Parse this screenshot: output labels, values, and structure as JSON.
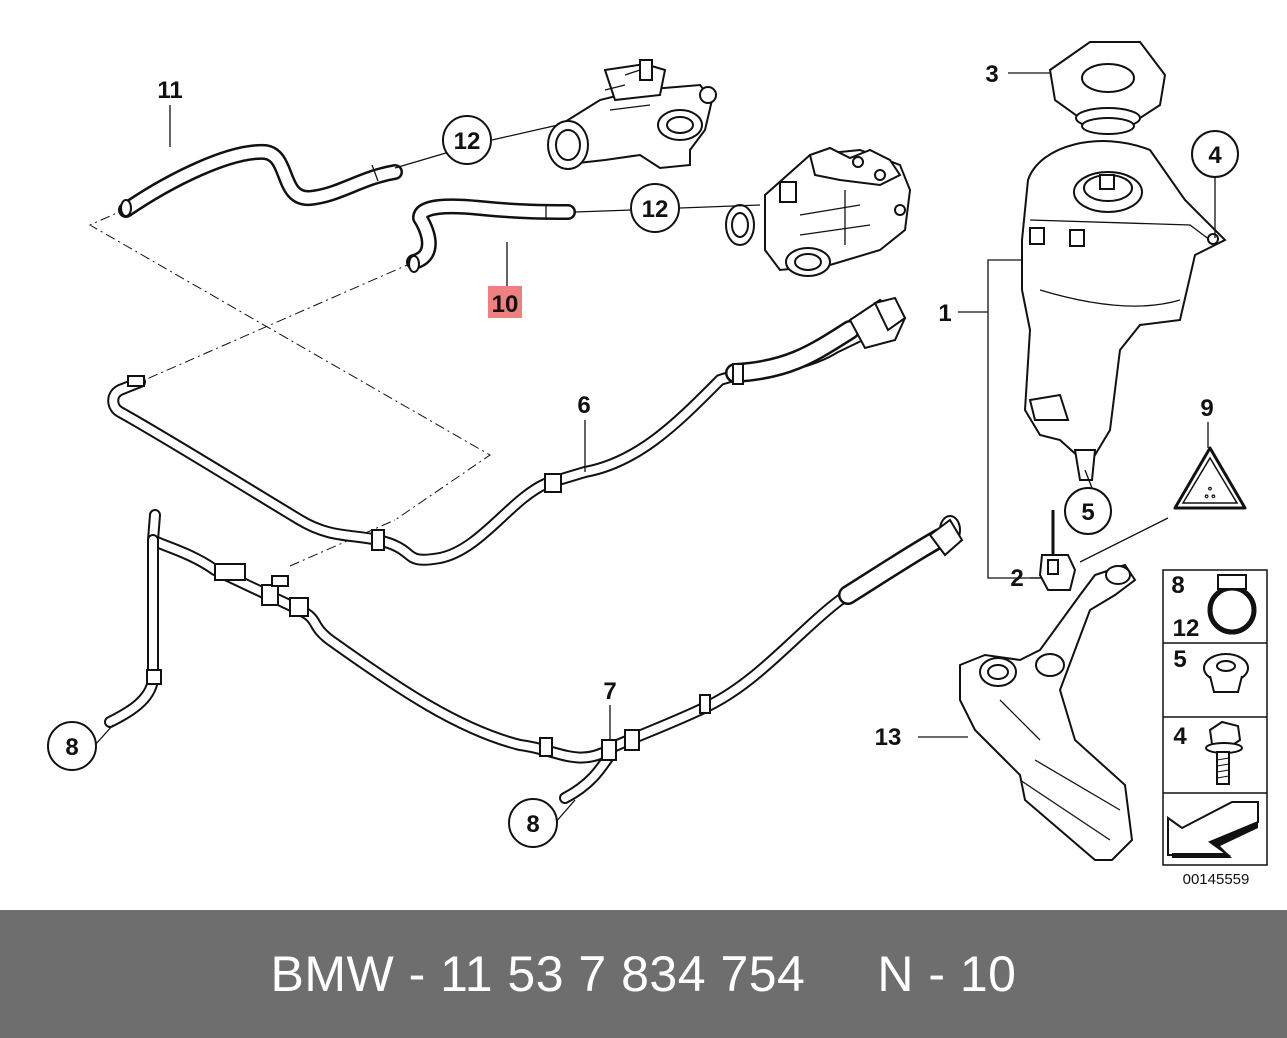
{
  "diagram": {
    "callouts": {
      "c1": "1",
      "c2": "2",
      "c3": "3",
      "c4": "4",
      "c5": "5",
      "c6": "6",
      "c7": "7",
      "c8a": "8",
      "c8b": "8",
      "c9": "9",
      "c10": "10",
      "c11": "11",
      "c12a": "12",
      "c12b": "12",
      "c13": "13"
    },
    "highlight_color": "#f08080",
    "legend": {
      "cell1_a": "8",
      "cell1_b": "12",
      "cell2": "5",
      "cell3": "4"
    },
    "drawing_number": "00145559"
  },
  "footer": {
    "text": "BMW - 11 53 7 834 754     N - 10",
    "background": "#6e6e6e"
  }
}
